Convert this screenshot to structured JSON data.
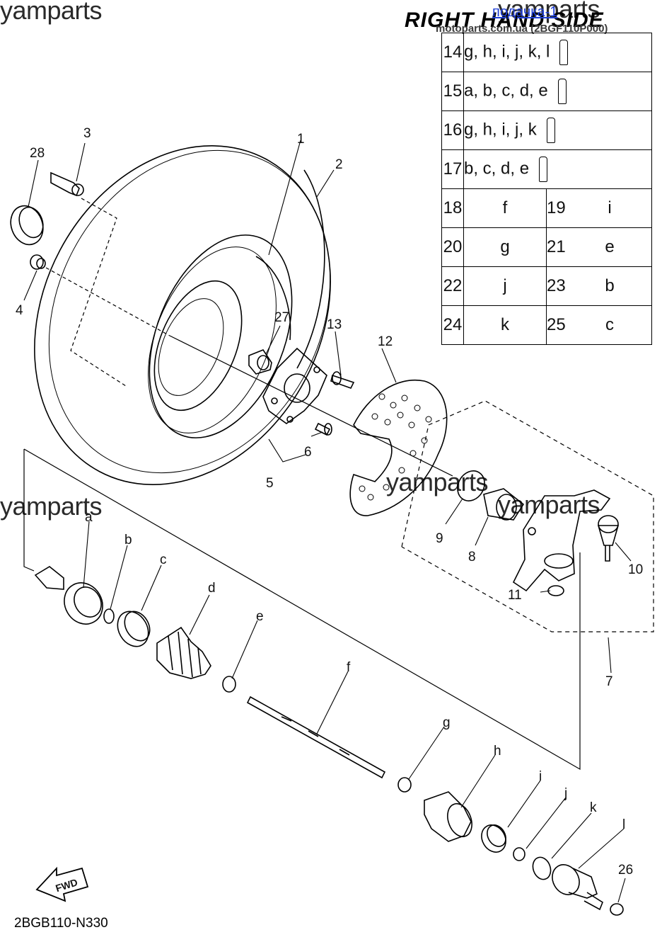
{
  "watermarks": [
    "yamparts",
    "yamparts",
    "yamparts",
    "yamparts",
    "yamparts"
  ],
  "header": {
    "title": "RIGHT HAND SIDE",
    "link_text": "подачка-1",
    "site_text": "motoparts.com.ua (2BGF110P000)"
  },
  "kit_table": [
    {
      "num": "14",
      "letters": "g, h, i, j, k, l"
    },
    {
      "num": "15",
      "letters": "a, b, c, d, e"
    },
    {
      "num": "16",
      "letters": "g, h, i, j, k"
    },
    {
      "num": "17",
      "letters": "b, c, d, e"
    }
  ],
  "pair_table": [
    {
      "left_num": "18",
      "left_val": "f",
      "right_num": "19",
      "right_val": "i"
    },
    {
      "left_num": "20",
      "left_val": "g",
      "right_num": "21",
      "right_val": "e"
    },
    {
      "left_num": "22",
      "left_val": "j",
      "right_num": "23",
      "right_val": "b"
    },
    {
      "left_num": "24",
      "left_val": "k",
      "right_num": "25",
      "right_val": "c"
    }
  ],
  "callouts": {
    "n1": "1",
    "n2": "2",
    "n3": "3",
    "n4": "4",
    "n5": "5",
    "n6": "6",
    "n7": "7",
    "n8": "8",
    "n9": "9",
    "n10": "10",
    "n11": "11",
    "n12": "12",
    "n13": "13",
    "n26": "26",
    "n27": "27",
    "n28": "28",
    "a": "a",
    "b": "b",
    "c": "c",
    "d": "d",
    "e": "e",
    "f": "f",
    "g": "g",
    "h": "h",
    "i": "i",
    "j": "j",
    "k": "k",
    "l": "l"
  },
  "fwd_label": "FWD",
  "diagram_code": "2BGB110-N330"
}
